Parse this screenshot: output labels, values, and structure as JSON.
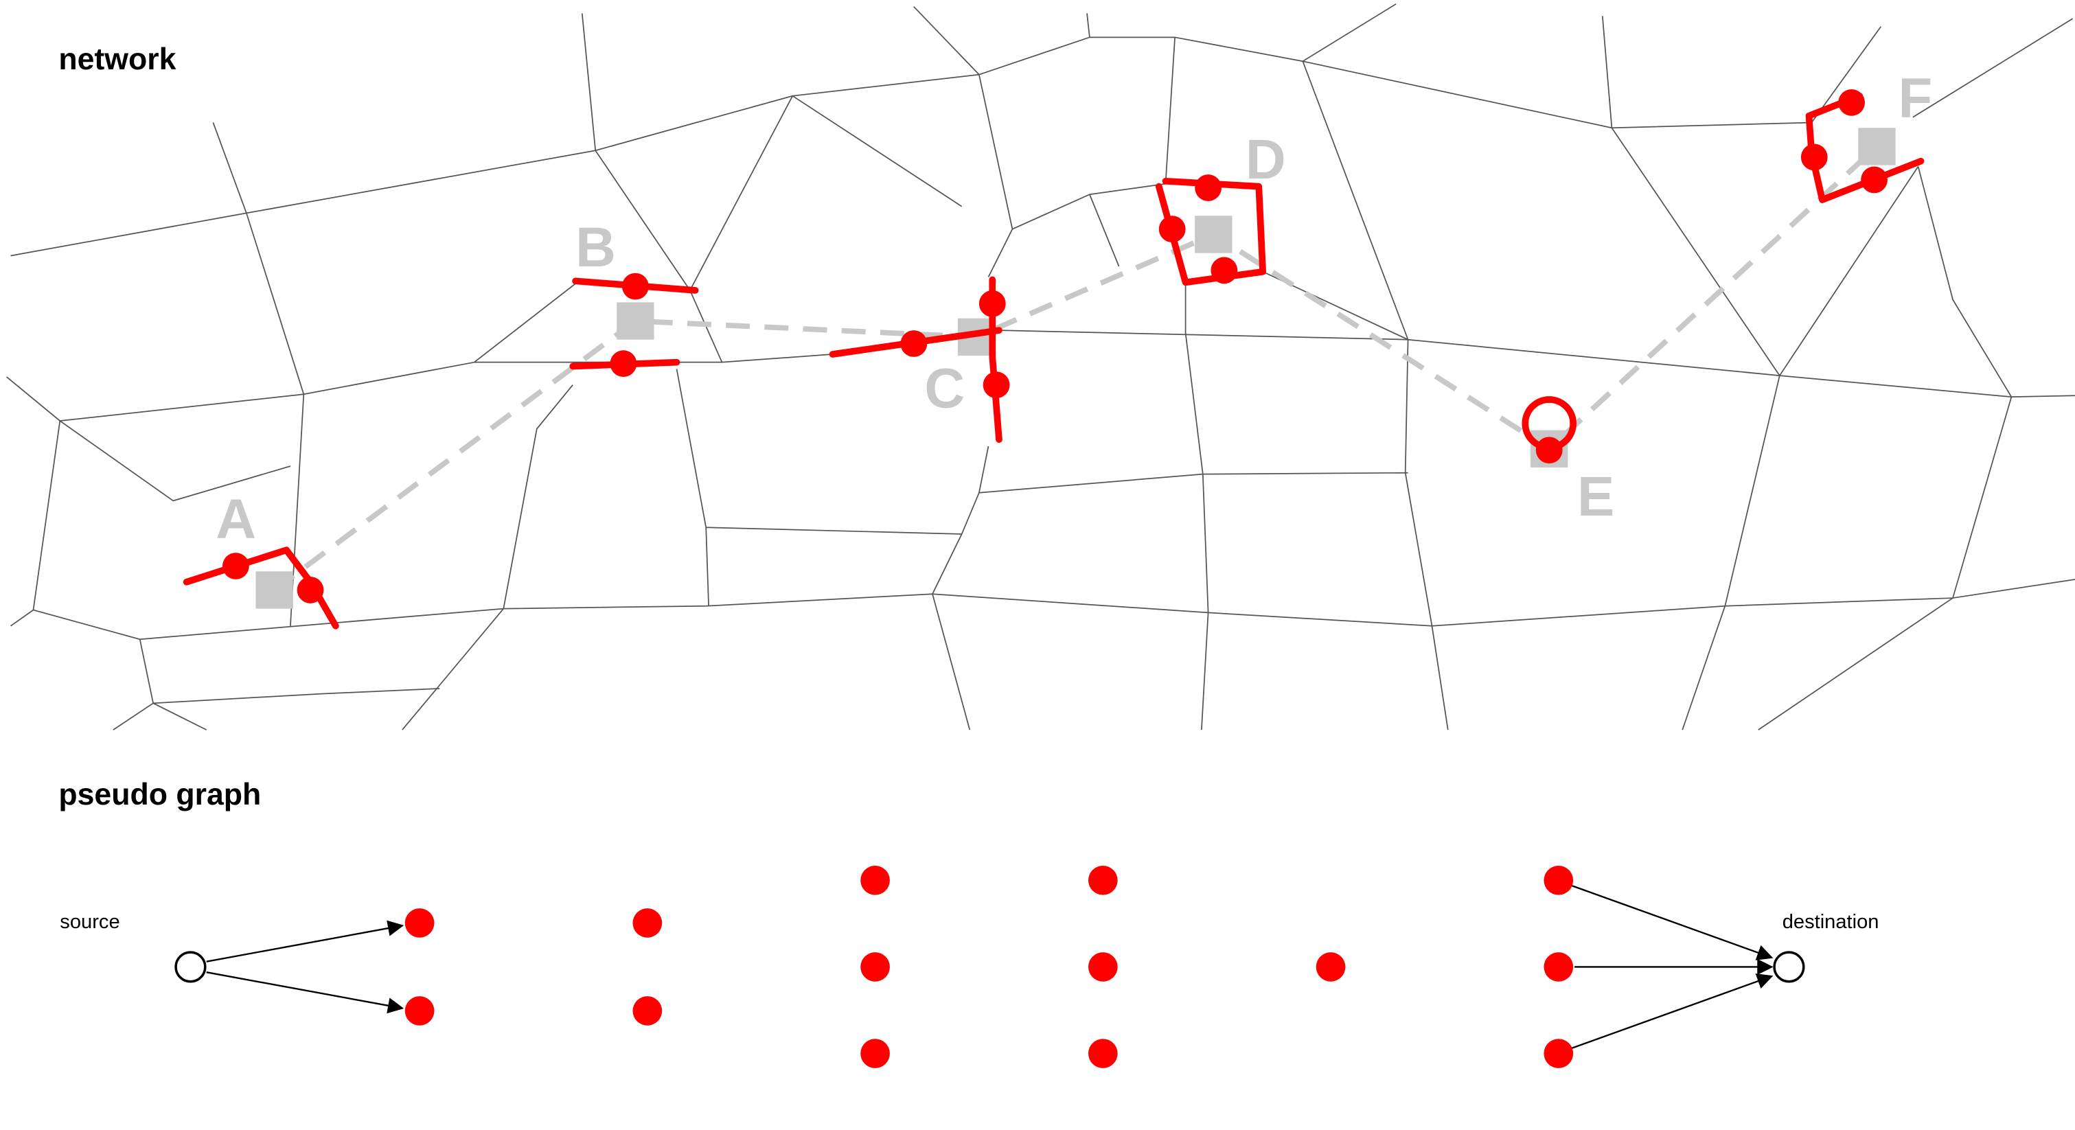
{
  "titles": {
    "network": "network",
    "pseudo_graph": "pseudo graph"
  },
  "stations": [
    {
      "id": "A",
      "label": "A"
    },
    {
      "id": "B",
      "label": "B"
    },
    {
      "id": "C",
      "label": "C"
    },
    {
      "id": "D",
      "label": "D"
    },
    {
      "id": "E",
      "label": "E"
    },
    {
      "id": "F",
      "label": "F"
    }
  ],
  "pseudo_graph": {
    "source_label": "source",
    "destination_label": "destination",
    "candidates_per_station": [
      2,
      2,
      3,
      3,
      1,
      3
    ]
  },
  "colors": {
    "road": "#555555",
    "candidate": "#ff0000",
    "station": "#c8c8c8",
    "trajectory": "#c8c8c8",
    "terminal_stroke": "#000000",
    "edge": "#000000"
  }
}
